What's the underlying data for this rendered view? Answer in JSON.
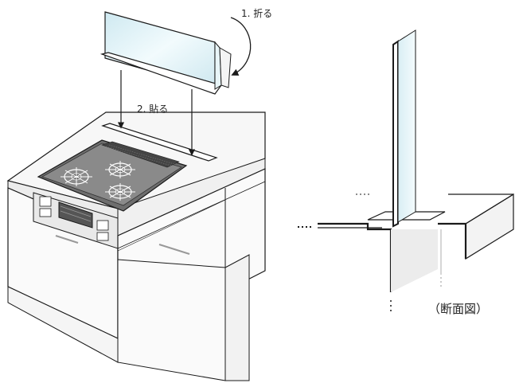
{
  "labels": {
    "step1": "1. 折る",
    "step2": "2. 貼る",
    "section": "（断面図）"
  },
  "colors": {
    "line": "#1a1a1a",
    "panel_fill": "#dff2f7",
    "panel_edge": "#8cc8d8",
    "countertop": "#f7f7f7",
    "cabinet": "#fafafa",
    "cooktop": "#6e6e6e",
    "cooktop_top": "#8a8a8a",
    "shade": "#e6e6e6"
  }
}
